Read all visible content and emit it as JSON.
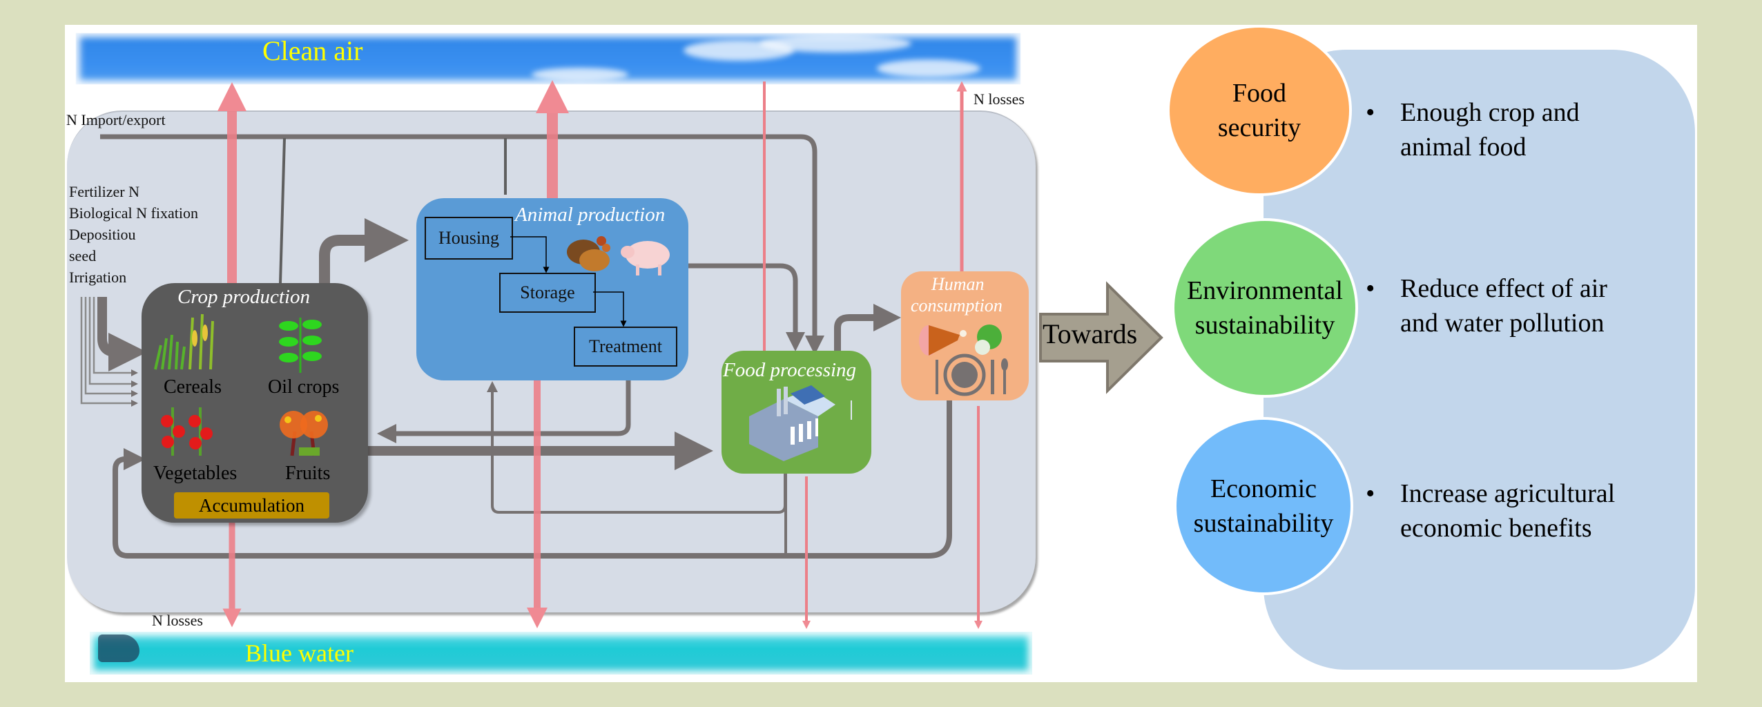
{
  "diagram": {
    "sky_label": "Clean air",
    "water_label": "Blue water",
    "n_import_export": "N Import/export",
    "n_losses_top": "N losses",
    "n_losses_bottom": "N losses",
    "inputs": [
      "Fertilizer N",
      "Biological N fixation",
      "Depositiou",
      "seed",
      "Irrigation"
    ],
    "crop_production": {
      "title": "Crop production",
      "items": [
        "Cereals",
        "Oil crops",
        "Vegetables",
        "Fruits"
      ],
      "accumulation": "Accumulation"
    },
    "animal_production": {
      "title": "Animal production",
      "stages": [
        "Housing",
        "Storage",
        "Treatment"
      ]
    },
    "food_processing": {
      "title": "Food processing"
    },
    "human_consumption": {
      "title_line1": "Human",
      "title_line2": "consumption"
    },
    "towards": "Towards"
  },
  "goals": [
    {
      "title_line1": "Food",
      "title_line2": "security",
      "color": "#ffad60",
      "bullet_line1": "Enough crop and",
      "bullet_line2": "animal food"
    },
    {
      "title_line1": "Environmental",
      "title_line2": "sustainability",
      "color": "#7fd97a",
      "bullet_line1": "Reduce effect of air",
      "bullet_line2": "and water pollution"
    },
    {
      "title_line1": "Economic",
      "title_line2": "sustainability",
      "color": "#72bbfa",
      "bullet_line1": "Increase agricultural",
      "bullet_line2": "economic benefits"
    }
  ],
  "bullet_char": "•",
  "colors": {
    "background": "#dbe0bf",
    "flow_arrow": "#767171",
    "loss_arrow": "#e9808a",
    "crop_box": "#5a5a5a",
    "animal_box": "#5a9bd6",
    "food_processing_box": "#70ad47",
    "human_box": "#f4b183",
    "accumulation": "#bf9000",
    "towards_arrow": "#a59f8f",
    "goal_panel": "#c2d6eb"
  }
}
